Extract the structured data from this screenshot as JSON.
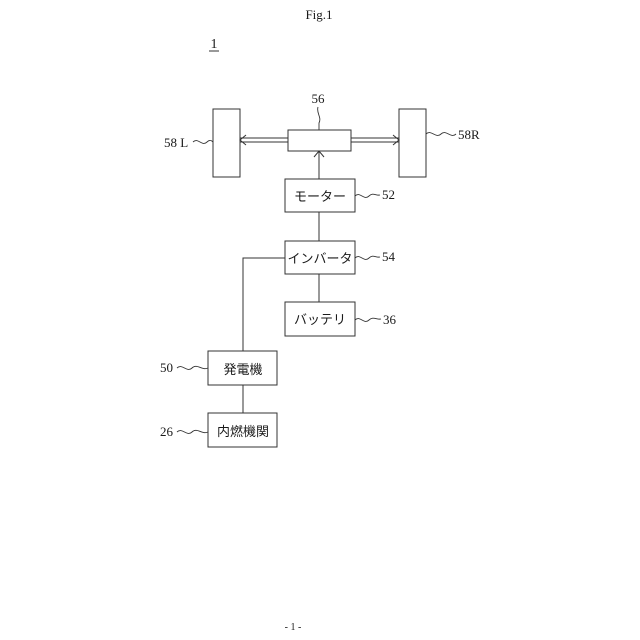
{
  "figure_label": "Fig.1",
  "system_ref": "1",
  "page_number": "- 1 -",
  "components": {
    "differential": {
      "ref": "56"
    },
    "wheel_left": {
      "ref": "58 L"
    },
    "wheel_right": {
      "ref": "58R"
    },
    "motor": {
      "label": "モーター",
      "ref": "52"
    },
    "inverter": {
      "label": "インバータ",
      "ref": "54"
    },
    "battery": {
      "label": "バッテリ",
      "ref": "36"
    },
    "generator": {
      "label": "発電機",
      "ref": "50"
    },
    "engine": {
      "label": "内燃機関",
      "ref": "26"
    }
  }
}
